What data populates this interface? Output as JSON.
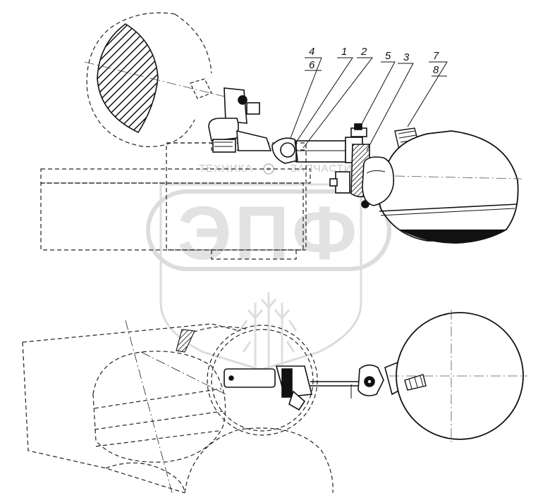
{
  "callouts": {
    "c1": "1",
    "c2": "2",
    "c3": "3",
    "c4": "4",
    "c5": "5",
    "c6": "6",
    "c7": "7",
    "c8": "8"
  },
  "watermark": {
    "left_word": "ТЕХНИКА",
    "right_word": "ЗАПЧАСТИ",
    "logo": "ЭПФ"
  }
}
